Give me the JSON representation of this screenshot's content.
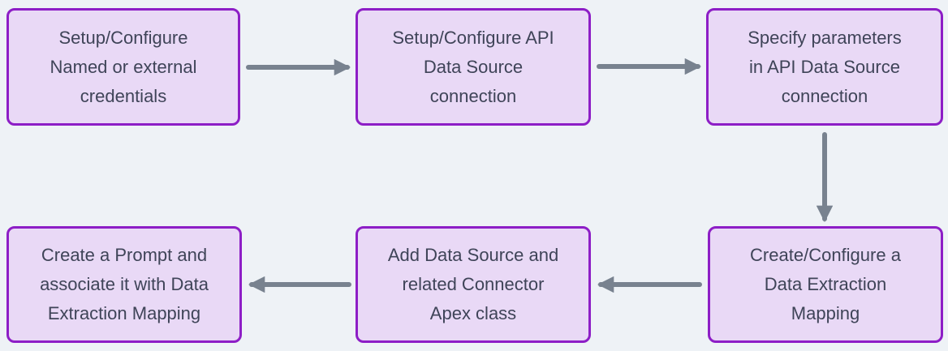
{
  "theme": {
    "canvas_bg": "#eef2f6",
    "box_fill": "#e9d9f6",
    "box_border": "#8d1ec6",
    "box_text": "#3f4458",
    "arrow": "#78828f"
  },
  "diagram": {
    "boxes": [
      {
        "id": "setup-credentials",
        "label": "Setup/Configure Named or external credentials",
        "lines": [
          "Setup/Configure",
          "Named or external",
          "credentials"
        ]
      },
      {
        "id": "setup-api-data-source",
        "label": "Setup/Configure API Data Source connection",
        "lines": [
          "Setup/Configure API",
          "Data Source",
          "connection"
        ]
      },
      {
        "id": "specify-parameters",
        "label": "Specify parameters in API Data Source connection",
        "lines": [
          "Specify parameters",
          "in API Data Source",
          "connection"
        ]
      },
      {
        "id": "create-extraction-mapping",
        "label": "Create/Configure a Data Extraction Mapping",
        "lines": [
          "Create/Configure a",
          "Data Extraction",
          "Mapping"
        ]
      },
      {
        "id": "add-data-source-apex",
        "label": "Add Data Source and related Connector Apex class",
        "lines": [
          "Add Data Source and",
          "related Connector",
          "Apex class"
        ]
      },
      {
        "id": "create-prompt",
        "label": "Create a Prompt and associate it with Data Extraction Mapping",
        "lines": [
          "Create a Prompt and",
          "associate it with Data",
          "Extraction Mapping"
        ]
      }
    ],
    "connections": [
      {
        "from": "setup-credentials",
        "to": "setup-api-data-source",
        "direction": "right"
      },
      {
        "from": "setup-api-data-source",
        "to": "specify-parameters",
        "direction": "right"
      },
      {
        "from": "specify-parameters",
        "to": "create-extraction-mapping",
        "direction": "down"
      },
      {
        "from": "create-extraction-mapping",
        "to": "add-data-source-apex",
        "direction": "left"
      },
      {
        "from": "add-data-source-apex",
        "to": "create-prompt",
        "direction": "left"
      }
    ]
  }
}
